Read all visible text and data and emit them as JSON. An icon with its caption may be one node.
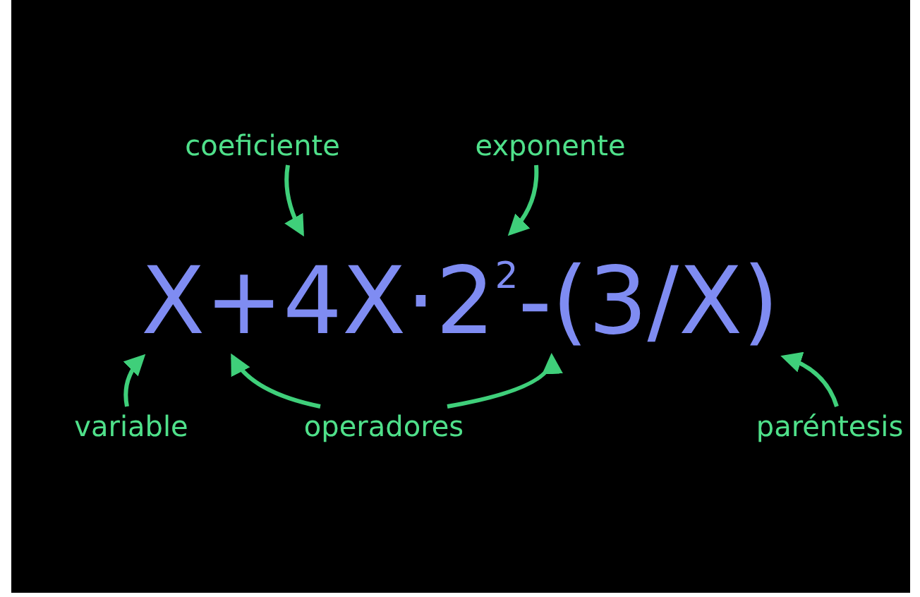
{
  "diagram": {
    "nodes": [
      {
        "text": [
          "coeficiente"
        ]
      },
      {
        "text": [
          "exponente"
        ]
      },
      {
        "text": [
          "variable"
        ]
      },
      {
        "text": [
          "operadores"
        ]
      },
      {
        "text": [
          "paréntesis"
        ]
      },
      {
        "text": [
          "X+4X·2$^{2}$-(3/X)"
        ]
      }
    ],
    "edges": [
      {
        "from": 0,
        "to": 5,
        "arrow": "to"
      },
      {
        "from": 1,
        "to": 5,
        "arrow": "to"
      },
      {
        "from": 2,
        "to": 5,
        "arrow": "to"
      },
      {
        "from": 3,
        "to": 5,
        "arrow": "to"
      },
      {
        "from": 3,
        "to": 5,
        "arrow": "to"
      },
      {
        "from": 4,
        "to": 5,
        "arrow": "to"
      }
    ]
  }
}
